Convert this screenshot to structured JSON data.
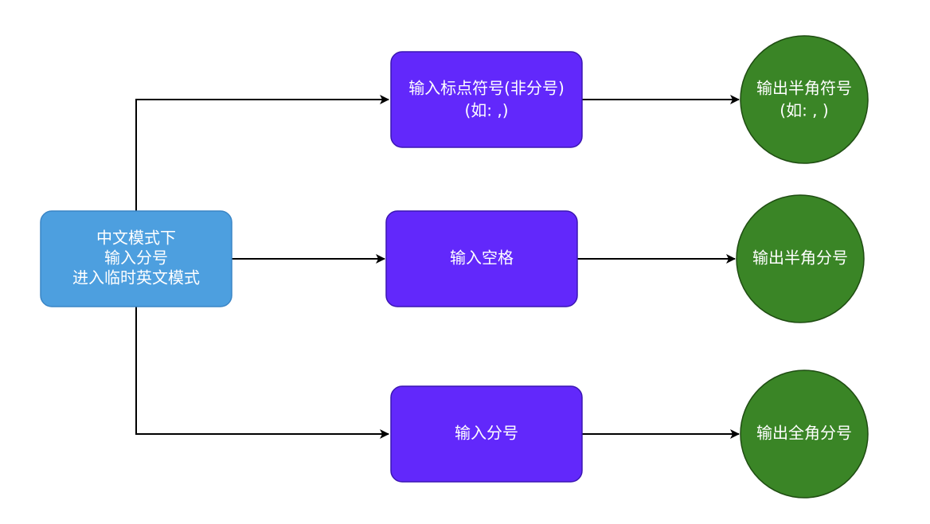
{
  "colors": {
    "source_fill": "#4d9fdf",
    "source_stroke": "#3a85c6",
    "input_fill": "#6228fb",
    "input_stroke": "#3b16b3",
    "output_fill": "#3a8526",
    "output_stroke": "#1f4d12",
    "edge": "#000000"
  },
  "nodes": {
    "source": {
      "lines": [
        "中文模式下",
        "输入分号",
        "进入临时英文模式"
      ]
    },
    "input_punct": {
      "lines": [
        "输入标点符号(非分号)",
        "(如: ,)"
      ]
    },
    "input_space": {
      "lines": [
        "输入空格"
      ]
    },
    "input_semicolon": {
      "lines": [
        "输入分号"
      ]
    },
    "output_halfwidth_punct": {
      "lines": [
        "输出半角符号",
        "(如: ,  )"
      ]
    },
    "output_halfwidth_semicolon": {
      "lines": [
        "输出半角分号"
      ]
    },
    "output_fullwidth_semicolon": {
      "lines": [
        "输出全角分号"
      ]
    }
  }
}
